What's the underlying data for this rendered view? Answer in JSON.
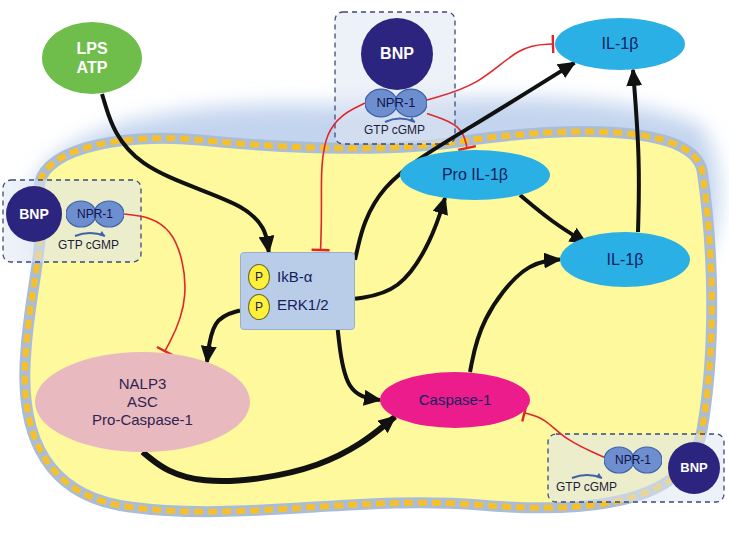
{
  "diagram": {
    "nodes": [
      {
        "text": [
          "LPS ATP"
        ]
      },
      {
        "text": [
          "BNP"
        ]
      },
      {
        "text": [
          "NPR-1"
        ]
      },
      {
        "text": [
          "IL-1β"
        ]
      },
      {
        "text": [
          "Pro IL-1β"
        ]
      },
      {
        "text": [
          "BNP"
        ]
      },
      {
        "text": [
          "NPR-1"
        ]
      },
      {
        "text": [
          "IkB-α",
          "ERK1/2"
        ]
      },
      {
        "text": [
          "P"
        ],
        "in": 7
      },
      {
        "text": [
          "P"
        ],
        "in": 7
      },
      {
        "text": [
          "IL-1β"
        ]
      },
      {
        "text": [
          "NALP3",
          "ASC",
          "Pro-Caspase-1"
        ]
      },
      {
        "text": [
          "Caspase-1"
        ]
      },
      {
        "text": [
          "BNP"
        ]
      },
      {
        "text": [
          "NPR-1"
        ]
      }
    ],
    "edges": [
      {
        "from": 0,
        "to": 7,
        "arrow": "to"
      },
      {
        "from": 2,
        "to": 7,
        "arrow": "to"
      },
      {
        "from": 2,
        "to": 3,
        "arrow": "to"
      },
      {
        "from": 2,
        "to": 4,
        "arrow": "to"
      },
      {
        "from": 7,
        "to": 11,
        "arrow": "to"
      },
      {
        "from": 7,
        "to": 3,
        "arrow": "to"
      },
      {
        "from": 7,
        "to": 4,
        "arrow": "to"
      },
      {
        "from": 7,
        "to": 12,
        "arrow": "to"
      },
      {
        "from": 11,
        "to": 12,
        "arrow": "to"
      },
      {
        "from": 12,
        "to": 10,
        "arrow": "to"
      },
      {
        "from": 4,
        "to": 10,
        "arrow": "to"
      },
      {
        "from": 10,
        "to": 3,
        "arrow": "to"
      },
      {
        "from": 6,
        "to": 11,
        "arrow": "to"
      },
      {
        "from": 14,
        "to": 12,
        "arrow": "to"
      }
    ],
    "labels": [
      "GTP cGMP",
      "GTP cGMP",
      "GTP cGMP"
    ]
  }
}
